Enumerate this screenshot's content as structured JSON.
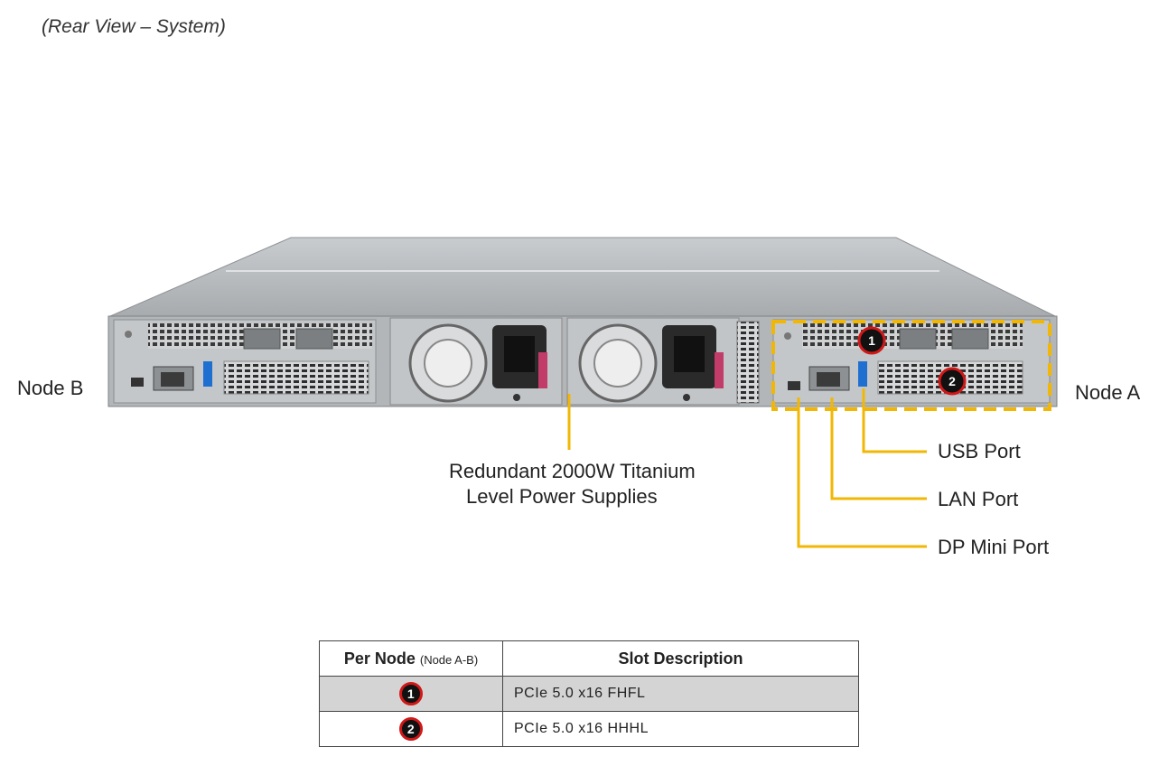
{
  "title": "(Rear View – System)",
  "labels": {
    "node_b": "Node B",
    "node_a": "Node A",
    "psu_line1": "Redundant 2000W Titanium",
    "psu_line2": "Level Power Supplies",
    "usb": "USB Port",
    "lan": "LAN Port",
    "dp": "DP Mini Port"
  },
  "callouts": [
    "1",
    "2"
  ],
  "table": {
    "header_col1": "Per Node",
    "header_col1_note": "(Node A-B)",
    "header_col2": "Slot Description",
    "rows": [
      {
        "num": "1",
        "desc": "PCIe 5.0 x16 FHFL"
      },
      {
        "num": "2",
        "desc": "PCIe 5.0 x16 HHHL"
      }
    ]
  },
  "colors": {
    "callout_line": "#f2b705",
    "badge_ring": "#d01818",
    "chassis": "#b9bcbe"
  }
}
